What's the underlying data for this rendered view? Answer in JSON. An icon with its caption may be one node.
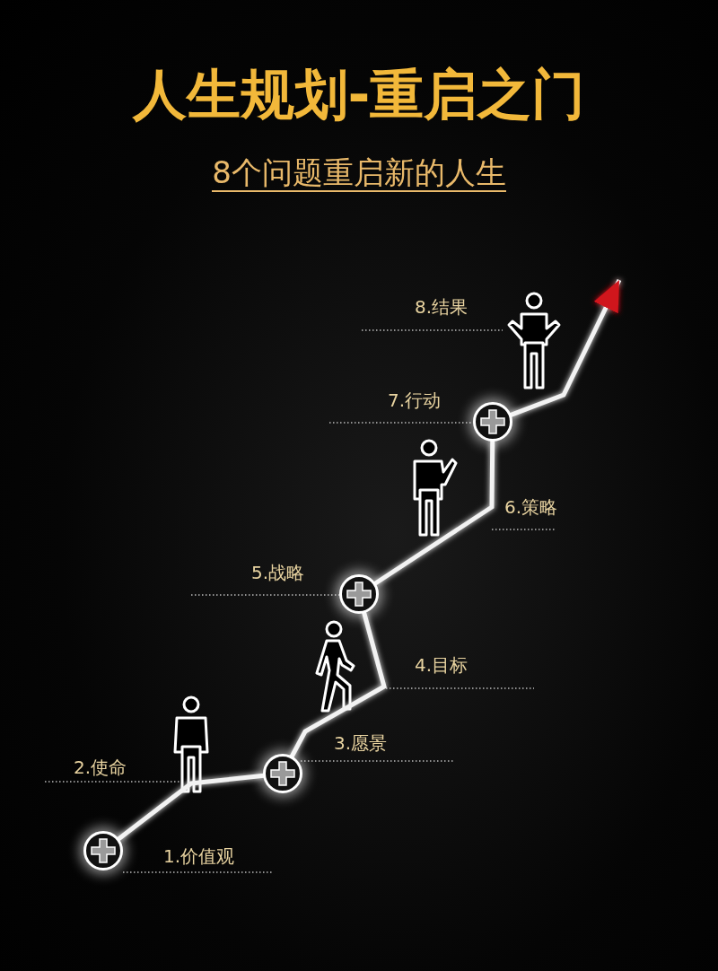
{
  "diagram": {
    "title": "人生规划-重启之门",
    "nodes": [
      {
        "text": [],
        "shape": "circle"
      },
      {
        "text": [],
        "shape": "circle"
      },
      {
        "text": [],
        "shape": "circle"
      },
      {
        "text": [],
        "shape": "circle"
      }
    ],
    "edges": [
      {
        "from": 0,
        "to": 1,
        "arrow": "none"
      },
      {
        "from": 1,
        "to": 2,
        "arrow": "none"
      },
      {
        "from": 2,
        "to": 3,
        "arrow": "none"
      },
      {
        "from": 3,
        "to": null,
        "arrow": "to"
      }
    ],
    "labels": [
      "8个问题重启新的人生",
      "8.结果",
      "7.行动",
      "6.策略",
      "5.战略",
      "4.目标",
      "3.愿景",
      "2.使命",
      "1.价值观"
    ]
  }
}
